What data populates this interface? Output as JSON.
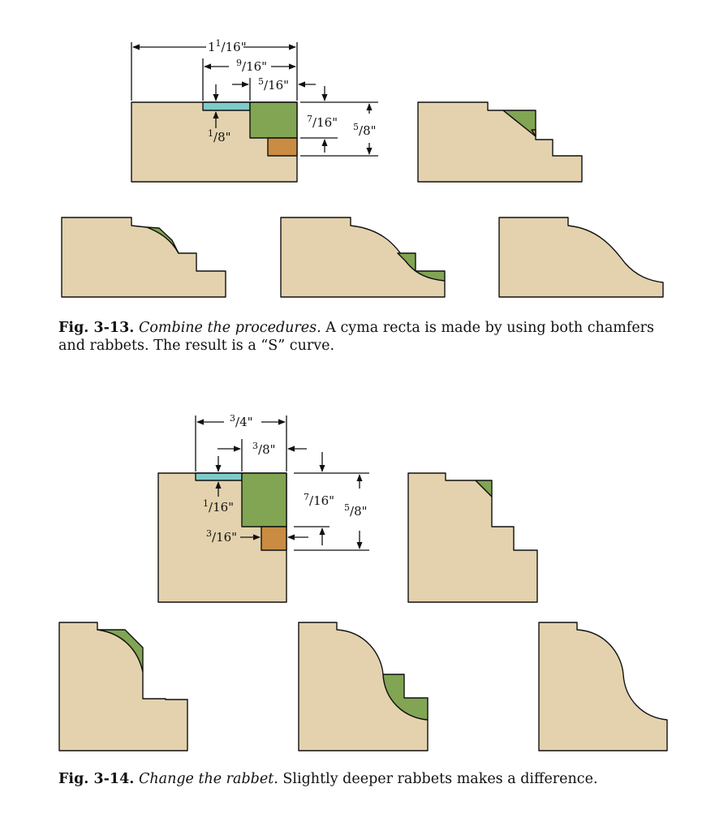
{
  "fig1": {
    "dims": {
      "overall": {
        "whole": "1",
        "num": "1",
        "den": "16\""
      },
      "nine_sixteenths": {
        "num": "9",
        "den": "16\""
      },
      "five_sixteenths": {
        "num": "5",
        "den": "16\""
      },
      "one_eighth": {
        "num": "1",
        "den": "8\""
      },
      "seven_sixteenths": {
        "num": "7",
        "den": "16\""
      },
      "five_eighths": {
        "num": "5",
        "den": "8\""
      }
    },
    "caption": {
      "label": "Fig. 3-13.",
      "title": "Combine the procedures.",
      "text": "A cyma recta is made by using both chamfers and rabbets. The result is a “S” curve."
    }
  },
  "fig2": {
    "dims": {
      "three_quarters": {
        "num": "3",
        "den": "4\""
      },
      "three_eighths": {
        "num": "3",
        "den": "8\""
      },
      "one_sixteenth": {
        "num": "1",
        "den": "16\""
      },
      "seven_sixteenths": {
        "num": "7",
        "den": "16\""
      },
      "five_eighths": {
        "num": "5",
        "den": "8\""
      },
      "three_sixteenths": {
        "num": "3",
        "den": "16\""
      }
    },
    "caption": {
      "label": "Fig. 3-14.",
      "title": "Change the rabbet.",
      "text": "Slightly deeper rabbets makes a difference."
    }
  },
  "colors": {
    "wood": "#e3d2ad",
    "green": "#81a553",
    "blue": "#7ecbc9",
    "orange": "#c98c42",
    "outline": "#111111"
  }
}
